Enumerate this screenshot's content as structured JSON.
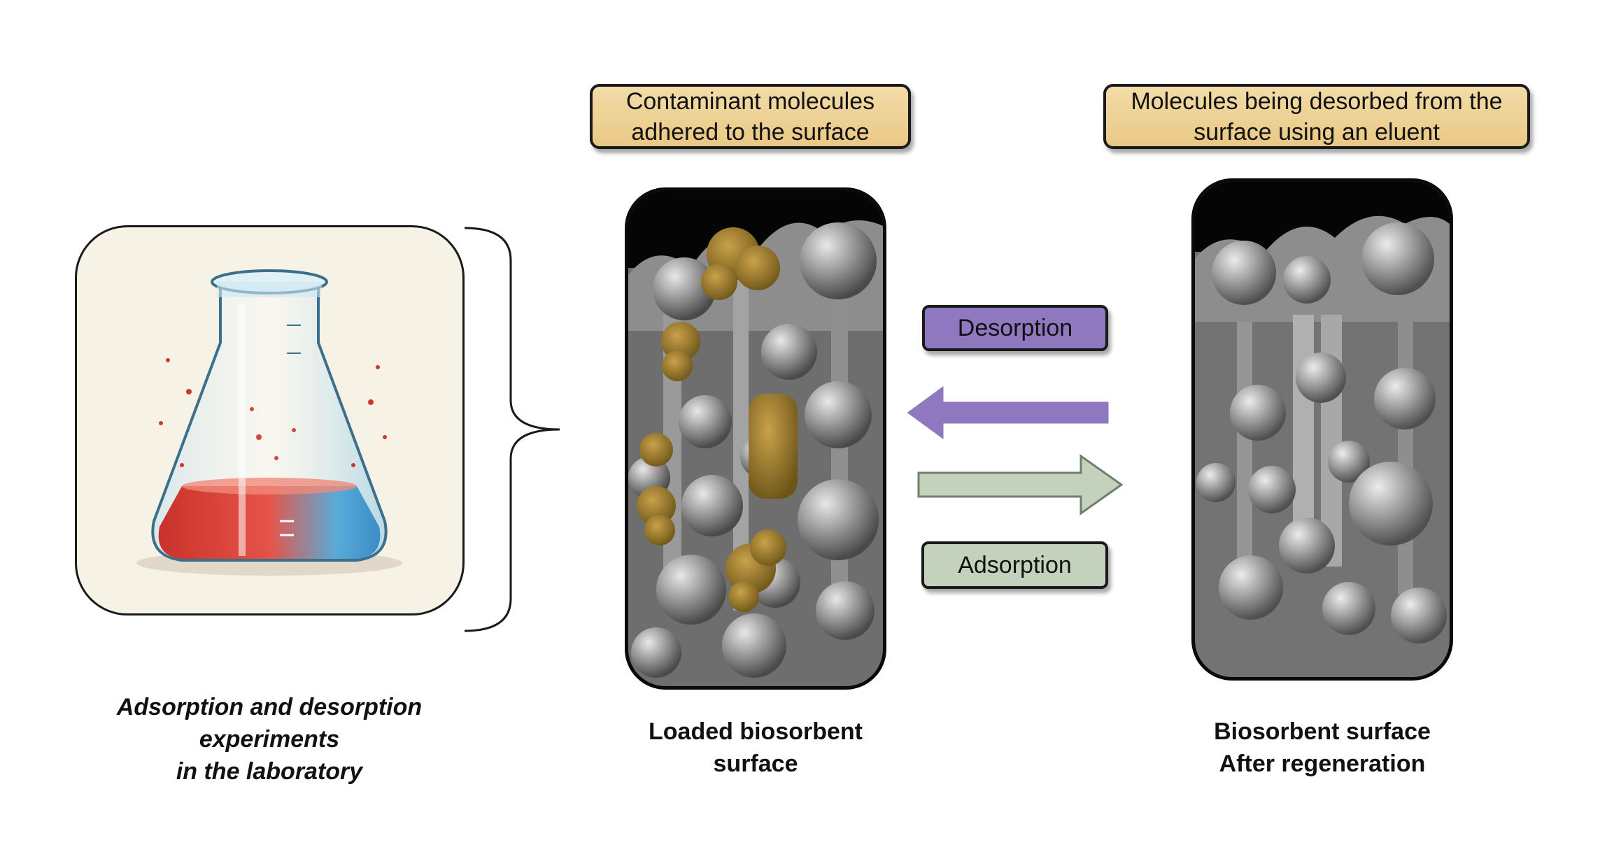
{
  "callouts": {
    "loaded": "Contaminant molecules adhered to the surface",
    "regen": "Molecules being desorbed from the surface using an eluent"
  },
  "process": {
    "desorption": "Desorption",
    "adsorption": "Adsorption"
  },
  "captions": {
    "lab": [
      "Adsorption and desorption",
      "experiments",
      "in the laboratory"
    ],
    "loaded": [
      "Loaded biosorbent",
      "surface"
    ],
    "regen": [
      "Biosorbent surface",
      "After regeneration"
    ]
  },
  "colors": {
    "callout_fill": "#edd196",
    "desorption": "#8f78bf",
    "adsorption": "#c4d2bd",
    "contaminant": "#9a7d2e"
  },
  "icons": {
    "flask": "erlenmeyer-flask-icon",
    "brace": "right-curly-brace",
    "arrow_left": "arrow-left-icon",
    "arrow_right": "arrow-right-icon"
  }
}
